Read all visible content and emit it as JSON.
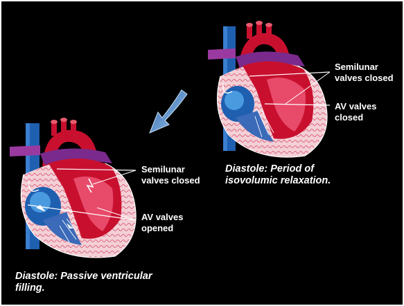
{
  "figure": {
    "top_heart": {
      "caption_line1": "Diastole: Period of",
      "caption_line2": "isovolumic relaxation.",
      "callouts": {
        "semilunar": "Semilunar\nvalves closed",
        "av": "AV valves\nclosed"
      }
    },
    "bottom_heart": {
      "caption_line1": "Diastole: Passive ventricular",
      "caption_line2": "filling.",
      "callouts": {
        "semilunar": "Semilunar\nvalves closed",
        "av": "AV valves\nopened"
      }
    },
    "colors": {
      "background": "#000000",
      "aorta_red": "#c8102e",
      "vena_cava_blue": "#1f5fb0",
      "pulmonary_purple": "#7a2a8c",
      "myocardium_pink": "#f0c8d0",
      "arrow_blue": "#6aa8e8"
    }
  }
}
